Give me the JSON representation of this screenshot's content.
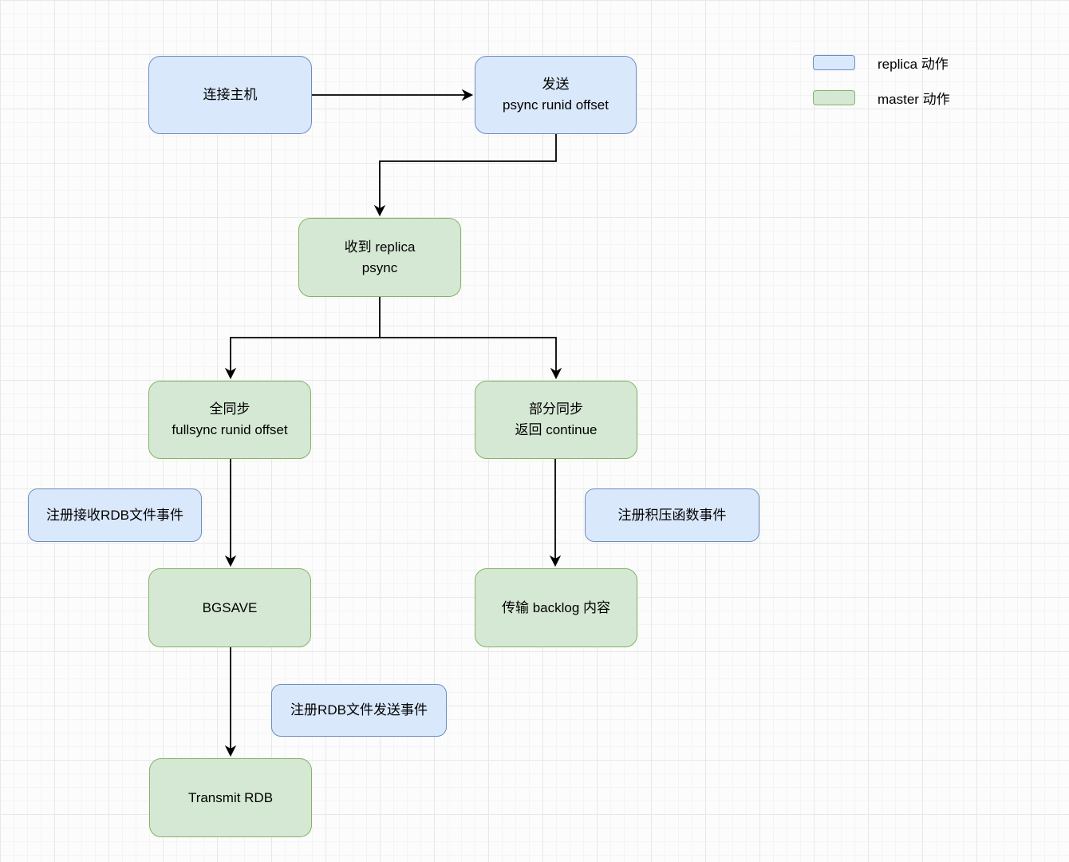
{
  "colors": {
    "replica_fill": "#dae8fc",
    "replica_stroke": "#6c8ebf",
    "master_fill": "#d5e8d4",
    "master_stroke": "#82b366",
    "connector": "#000000"
  },
  "legend": {
    "replica_label": "replica 动作",
    "master_label": "master 动作"
  },
  "nodes": {
    "connect_host": {
      "text": "连接主机",
      "role": "replica"
    },
    "send_psync": {
      "text": "发送\npsync runid offset",
      "role": "replica"
    },
    "receive_psync": {
      "text": "收到 replica\npsync",
      "role": "master"
    },
    "full_sync": {
      "text": "全同步\nfullsync runid offset",
      "role": "master"
    },
    "partial_sync": {
      "text": "部分同步\n返回 continue",
      "role": "master"
    },
    "register_rdb_receive": {
      "text": "注册接收RDB文件事件",
      "role": "replica"
    },
    "register_backlog": {
      "text": "注册积压函数事件",
      "role": "replica"
    },
    "bgsave": {
      "text": "BGSAVE",
      "role": "master"
    },
    "transmit_backlog": {
      "text": "传输 backlog 内容",
      "role": "master"
    },
    "register_rdb_send": {
      "text": "注册RDB文件发送事件",
      "role": "replica"
    },
    "transmit_rdb": {
      "text": "Transmit RDB",
      "role": "master"
    }
  }
}
